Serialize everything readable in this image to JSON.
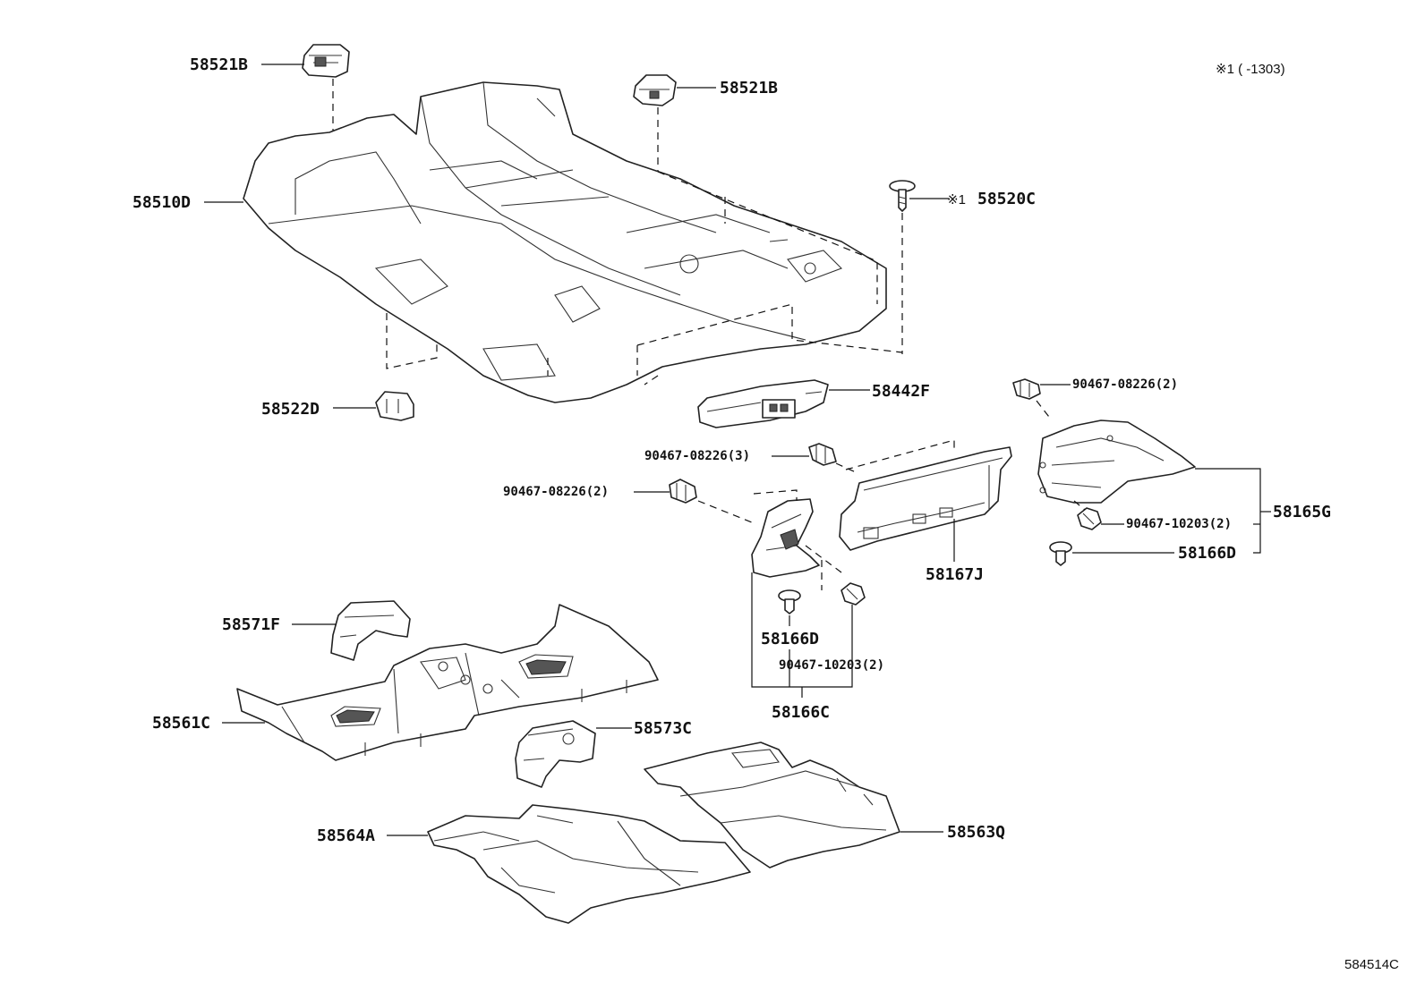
{
  "header": {
    "note_symbol": "※1",
    "note_range": "※1 (      -1303)"
  },
  "footer": {
    "illustration_code": "584514C"
  },
  "callouts": {
    "p58521B_top": "58521B",
    "p58521B_right": "58521B",
    "p58510D": "58510D",
    "p58520C_mark": "※1",
    "p58520C": "58520C",
    "p58522D": "58522D",
    "p58442F": "58442F",
    "p90467_08226_2_top": "90467-08226(2)",
    "p90467_08226_3": "90467-08226(3)",
    "p90467_08226_2_left": "90467-08226(2)",
    "p58165G": "58165G",
    "p90467_10203_2_right": "90467-10203(2)",
    "p58166D_right": "58166D",
    "p58167J": "58167J",
    "p58166D_center": "58166D",
    "p90467_10203_2_center": "90467-10203(2)",
    "p58166C": "58166C",
    "p58571F": "58571F",
    "p58561C": "58561C",
    "p58573C": "58573C",
    "p58564A": "58564A",
    "p58563Q": "58563Q"
  }
}
